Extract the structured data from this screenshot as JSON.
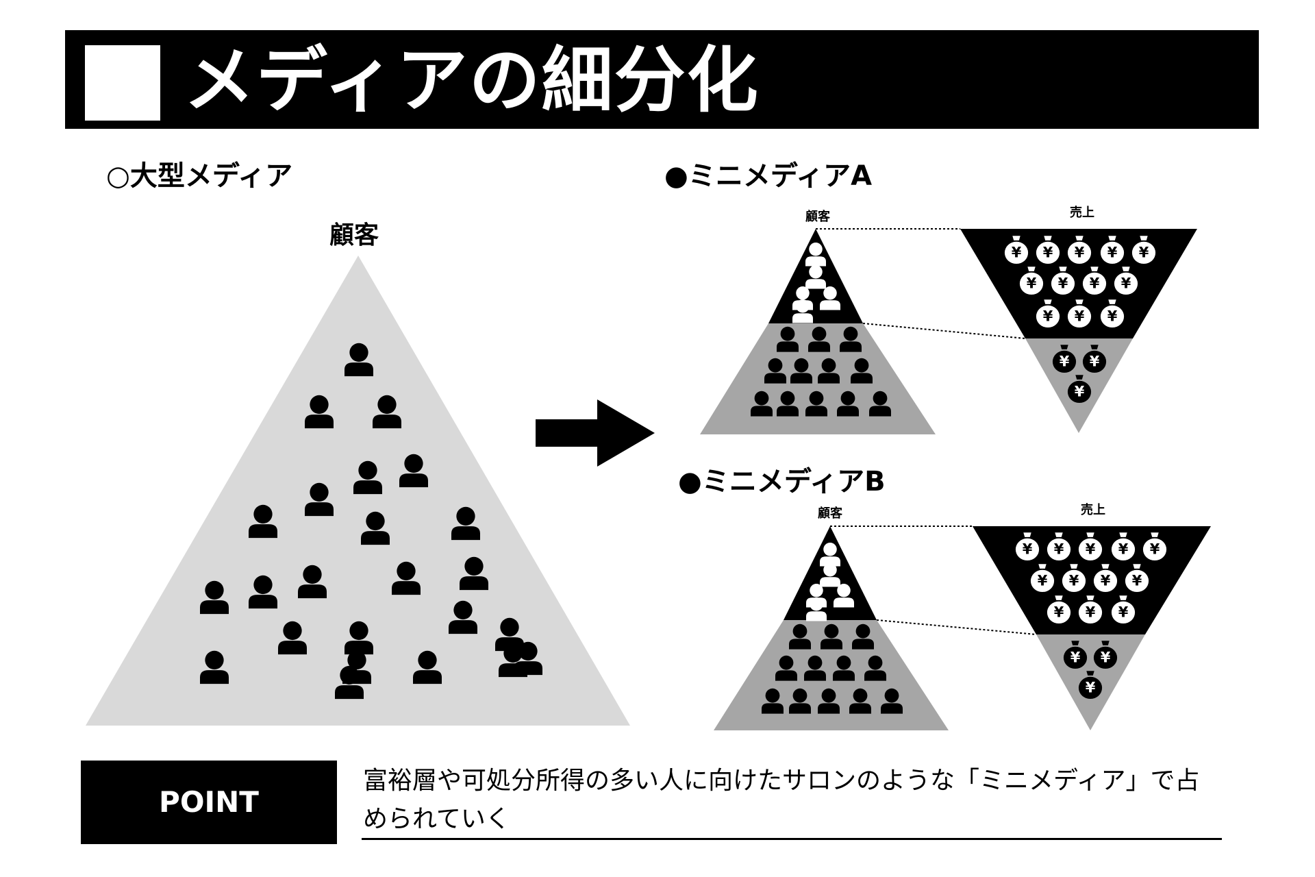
{
  "header": {
    "title": "メディアの細分化"
  },
  "large_media": {
    "heading": "○大型メディア",
    "label": "顧客"
  },
  "mini_a": {
    "heading": "●ミニメディアA",
    "customers_label": "顧客",
    "sales_label": "売上"
  },
  "mini_b": {
    "heading": "●ミニメディアB",
    "customers_label": "顧客",
    "sales_label": "売上"
  },
  "point": {
    "label": "POINT",
    "text": "富裕層や可処分所得の多い人に向けたサロンのような「ミニメディア」で占められていく"
  },
  "icons": {
    "person": "person-icon",
    "money_bag": "money-bag-icon",
    "yen_symbol": "¥",
    "arrow": "arrow-right-icon"
  },
  "colors": {
    "black": "#000000",
    "light_gray": "#d9d9d9",
    "mid_gray": "#a6a6a6",
    "white": "#ffffff"
  }
}
